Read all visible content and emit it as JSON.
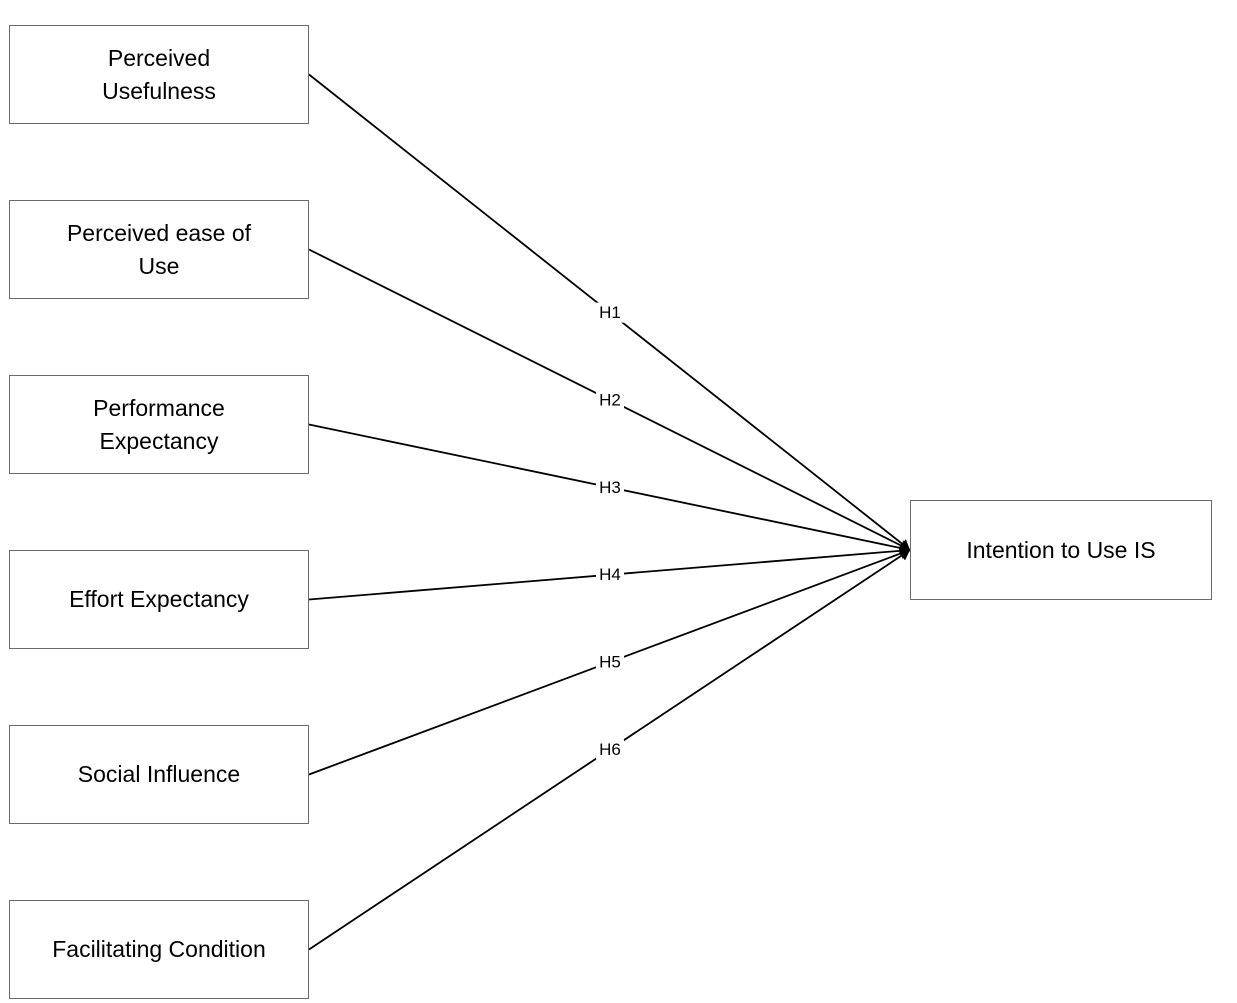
{
  "sources": [
    {
      "id": "pu",
      "label": "Perceived Usefulness"
    },
    {
      "id": "peou",
      "label": "Perceived ease of Use"
    },
    {
      "id": "pe",
      "label": "Performance Expectancy"
    },
    {
      "id": "ee",
      "label": "Effort Expectancy"
    },
    {
      "id": "si",
      "label": "Social Influence"
    },
    {
      "id": "fc",
      "label": "Facilitating Condition"
    }
  ],
  "target": {
    "id": "itu",
    "label": "Intention to Use IS"
  },
  "hypotheses": [
    {
      "from": "pu",
      "to": "itu",
      "label": "H1"
    },
    {
      "from": "peou",
      "to": "itu",
      "label": "H2"
    },
    {
      "from": "pe",
      "to": "itu",
      "label": "H3"
    },
    {
      "from": "ee",
      "to": "itu",
      "label": "H4"
    },
    {
      "from": "si",
      "to": "itu",
      "label": "H5"
    },
    {
      "from": "fc",
      "to": "itu",
      "label": "H6"
    }
  ]
}
